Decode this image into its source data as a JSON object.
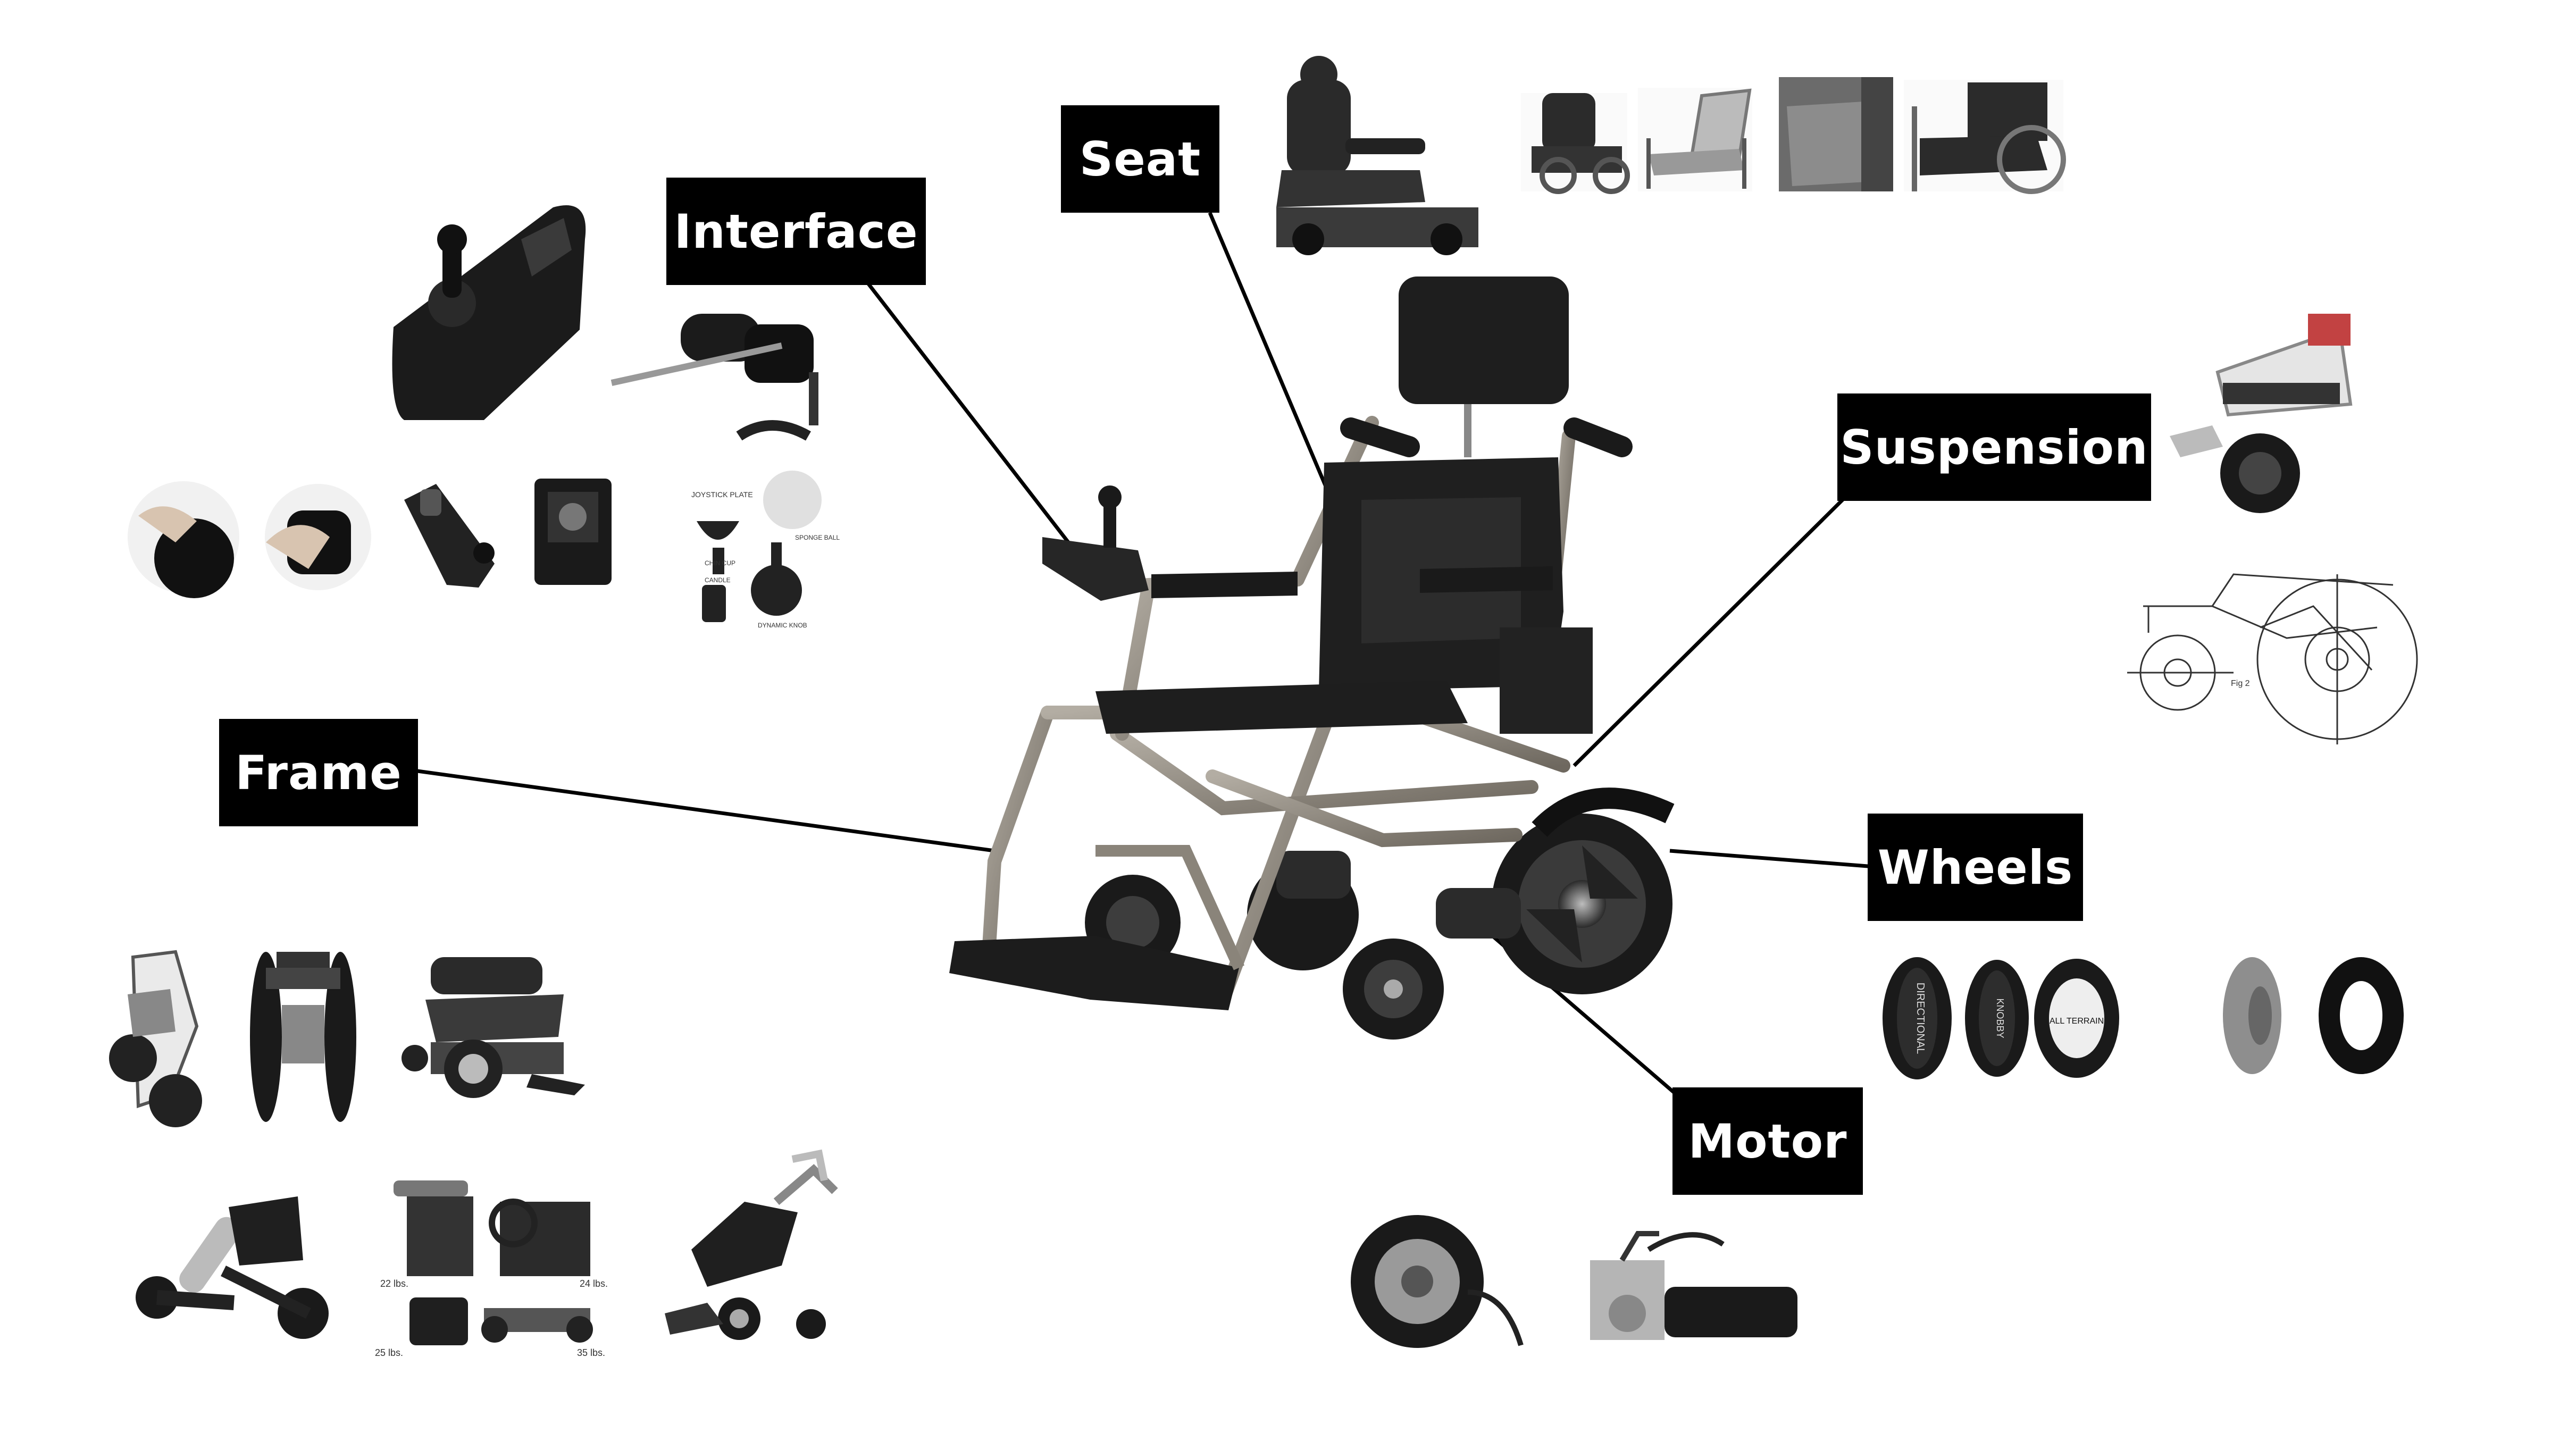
{
  "labels": {
    "seat": "Seat",
    "interface": "Interface",
    "suspension": "Suspension",
    "frame": "Frame",
    "wheels": "Wheels",
    "motor": "Motor"
  },
  "thumb_text": {
    "frame_weights": [
      "22 lbs.",
      "24 lbs.",
      "25 lbs.",
      "35 lbs."
    ],
    "interface_parts": [
      "JOYSTICK PLATE",
      "SPONGE BALL",
      "CHIN CUP",
      "CANDLE",
      "DYNAMIC KNOB"
    ],
    "tire_directional": "DIRECTIONAL",
    "tire_knobby": "KNOBBY",
    "tire_all_terrain": "ALL TERRAIN",
    "fig_label": "Fig 2"
  },
  "colors": {
    "label_bg": "#000000",
    "label_text": "#ffffff",
    "frame_metal": "#8a847a",
    "upholstery": "#1e1e1e"
  }
}
